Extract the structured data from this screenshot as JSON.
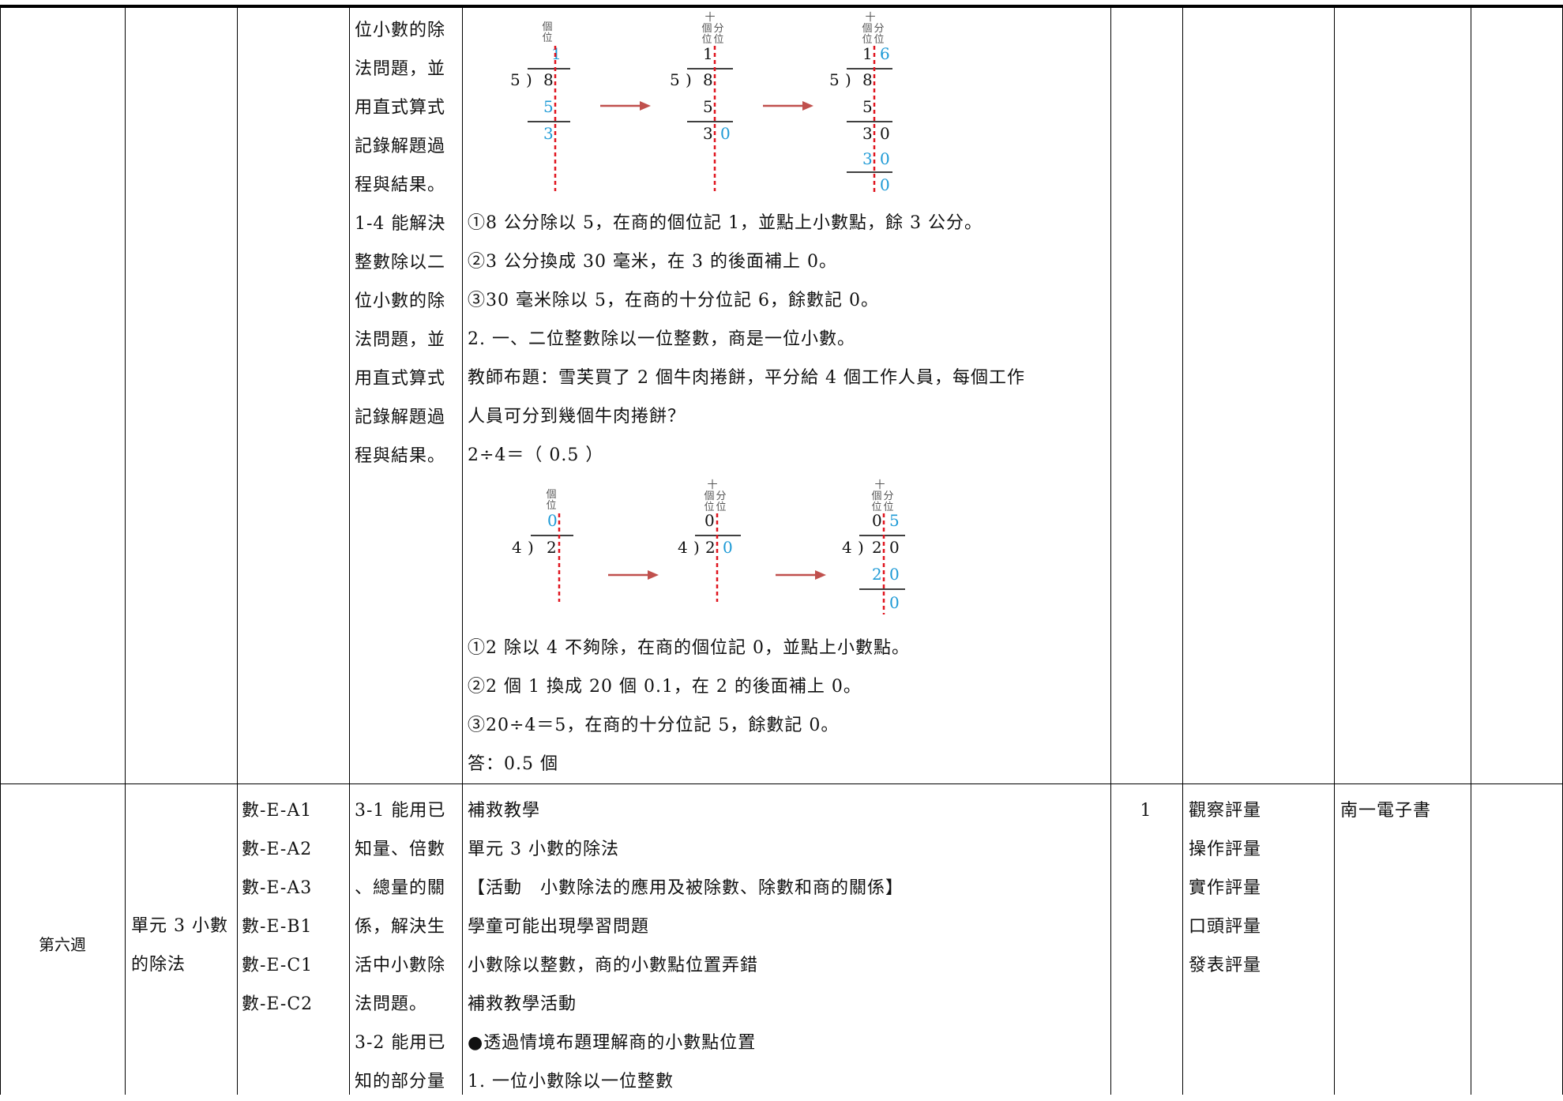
{
  "upper_row": {
    "objectives_col": [
      "位小數的除",
      "法問題，並",
      "用直式算式",
      "記錄解題過",
      "程與結果。",
      "1-4 能解決",
      "整數除以二",
      "位小數的除",
      "法問題，並",
      "用直式算式",
      "記錄解題過",
      "程與結果。"
    ],
    "steps_a": [
      "①8 公分除以 5，在商的個位記 1，並點上小數點，餘 3 公分。",
      "②3 公分換成 30 毫米，在 3 的後面補上 0。",
      "③30 毫米除以 5，在商的十分位記 6，餘數記 0。",
      "2. 一、二位整數除以一位整數，商是一位小數。",
      "教師布題：雪芙買了 2 個牛肉捲餅，平分給 4 個工作人員，每個工作",
      "人員可分到幾個牛肉捲餅？",
      "2÷4＝（ 0.5 ）"
    ],
    "steps_b": [
      "①2 除以 4 不夠除，在商的個位記 0，並點上小數點。",
      "②2 個 1 換成 20 個 0.1，在 2 的後面補上 0。",
      "③20÷4＝5，在商的十分位記 5，餘數記 0。",
      "答：0.5 個"
    ]
  },
  "diagram_labels": {
    "ones": "個位",
    "tenths": "十分位",
    "ones_short_1": "個",
    "ones_short_2": "位",
    "tenths_short_1": "十",
    "tenths_short_2": "分",
    "tenths_short_3": "位"
  },
  "div1": {
    "divisor": "5",
    "dividend": "8",
    "q1": "1",
    "q2": "6",
    "s1": "5",
    "r1": "3",
    "z1": "0",
    "s2a": "3",
    "s2b": "0",
    "r2": "0"
  },
  "div2": {
    "divisor": "4",
    "dividend": "2",
    "q1": "0",
    "q2": "5",
    "z1": "0",
    "s2a": "2",
    "s2b": "0",
    "r2": "0"
  },
  "lower_row": {
    "week": "第六週",
    "unit": [
      "單元 3 小數",
      "的除法"
    ],
    "competencies": [
      "數-E-A1",
      "數-E-A2",
      "數-E-A3",
      "數-E-B1",
      "數-E-C1",
      "數-E-C2"
    ],
    "objectives": [
      "3-1 能用已",
      "知量、倍數",
      "、總量的關",
      "係，解決生",
      "活中小數除",
      "法問題。",
      "3-2 能用已",
      "知的部分量"
    ],
    "content": [
      "補救教學",
      "單元 3 小數的除法",
      "【活動　小數除法的應用及被除數、除數和商的關係】",
      "學童可能出現學習問題",
      "小數除以整數，商的小數點位置弄錯",
      "補救教學活動",
      "●透過情境布題理解商的小數點位置",
      "1. 一位小數除以一位整數"
    ],
    "hours": "1",
    "assessment": [
      "觀察評量",
      "操作評量",
      "實作評量",
      "口頭評量",
      "發表評量"
    ],
    "resources": "南一電子書"
  },
  "colors": {
    "blue_digit": "#1e9ad6",
    "red_line": "#e0141e",
    "arrow": "#c0504d"
  }
}
